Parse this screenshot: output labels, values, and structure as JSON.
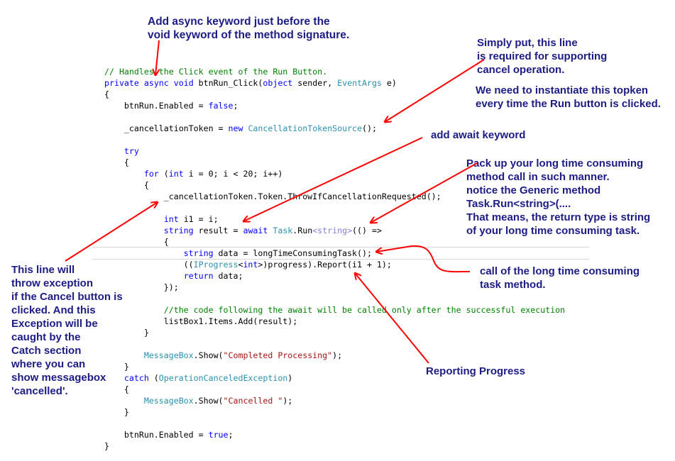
{
  "code": [
    [
      [
        "// Handles the Click event of the Run Button.",
        "cm"
      ]
    ],
    [
      [
        "private",
        "kw"
      ],
      [
        " "
      ],
      [
        "async",
        "kw"
      ],
      [
        " "
      ],
      [
        "void",
        "kw"
      ],
      [
        " btnRun_Click("
      ],
      [
        "object",
        "kw"
      ],
      [
        " sender, "
      ],
      [
        "EventArgs",
        "ty"
      ],
      [
        " e)"
      ]
    ],
    [
      [
        "{"
      ]
    ],
    [
      [
        "    btnRun.Enabled = "
      ],
      [
        "false",
        "kw"
      ],
      [
        ";"
      ]
    ],
    [],
    [
      [
        "    _cancellationToken = "
      ],
      [
        "new",
        "kw"
      ],
      [
        " "
      ],
      [
        "CancellationTokenSource",
        "ty"
      ],
      [
        "();"
      ]
    ],
    [],
    [
      [
        "    "
      ],
      [
        "try",
        "kw"
      ]
    ],
    [
      [
        "    {"
      ]
    ],
    [
      [
        "        "
      ],
      [
        "for",
        "kw"
      ],
      [
        " ("
      ],
      [
        "int",
        "kw"
      ],
      [
        " i = 0; i < 20; i++)"
      ]
    ],
    [
      [
        "        {"
      ]
    ],
    [
      [
        "            _cancellationToken.Token.ThrowIfCancellationRequested();"
      ]
    ],
    [],
    [
      [
        "            "
      ],
      [
        "int",
        "kw"
      ],
      [
        " i1 = i;"
      ]
    ],
    [
      [
        "            "
      ],
      [
        "string",
        "kw"
      ],
      [
        " result = "
      ],
      [
        "await",
        "kw"
      ],
      [
        " "
      ],
      [
        "Task",
        "ty"
      ],
      [
        ".Run"
      ],
      [
        "<string>",
        "gp"
      ],
      [
        "(() =>"
      ]
    ],
    [
      [
        "            {"
      ]
    ],
    [
      [
        "                "
      ],
      [
        "string",
        "kw"
      ],
      [
        " data = longTimeConsumingTask();"
      ]
    ],
    [
      [
        "                (("
      ],
      [
        "IProgress",
        "ty"
      ],
      [
        "<"
      ],
      [
        "int",
        "kw"
      ],
      [
        ">)progress).Report(i1 + 1);"
      ]
    ],
    [
      [
        "                "
      ],
      [
        "return",
        "kw"
      ],
      [
        " data;"
      ]
    ],
    [
      [
        "            });"
      ]
    ],
    [],
    [
      [
        "            //the code following the await will be called only after the successful execution",
        "cm"
      ]
    ],
    [
      [
        "            listBox1.Items.Add(result);"
      ]
    ],
    [
      [
        "        }"
      ]
    ],
    [],
    [
      [
        "        "
      ],
      [
        "MessageBox",
        "ty"
      ],
      [
        ".Show("
      ],
      [
        "\"Completed Processing\"",
        "st"
      ],
      [
        ");"
      ]
    ],
    [
      [
        "    }"
      ]
    ],
    [
      [
        "    "
      ],
      [
        "catch",
        "kw"
      ],
      [
        " ("
      ],
      [
        "OperationCanceledException",
        "ty"
      ],
      [
        ")"
      ]
    ],
    [
      [
        "    {"
      ]
    ],
    [
      [
        "        "
      ],
      [
        "MessageBox",
        "ty"
      ],
      [
        ".Show("
      ],
      [
        "\"Cancelled \"",
        "st"
      ],
      [
        ");"
      ]
    ],
    [
      [
        "    }"
      ]
    ],
    [],
    [
      [
        "    btnRun.Enabled = "
      ],
      [
        "true",
        "kw"
      ],
      [
        ";"
      ]
    ],
    [
      [
        "}"
      ]
    ]
  ],
  "notes": {
    "async": "Add async keyword just before the\nvoid keyword of the method signature.",
    "cancel_support": "Simply put, this line\nis required for supporting\ncancel operation.",
    "instantiate": "We need to instantiate this topken\nevery time the Run button is clicked.",
    "await": "add await keyword",
    "pack_up": "Pack up your long time consuming\nmethod call in such manner.\nnotice the Generic method\nTask.Run<string>(....\nThat means, the return type is string\nof your long time consuming task.",
    "call": "call of the long time consuming\ntask method.",
    "reporting": "Reporting Progress",
    "throw": "This line will\nthrow exception\nif the Cancel button is\nclicked. And this\nException will be\ncaught by the\nCatch section\nwhere you can\nshow messagebox\n'cancelled'."
  },
  "colors": {
    "arrow": "#ff0000",
    "note": "#1c1c84"
  }
}
